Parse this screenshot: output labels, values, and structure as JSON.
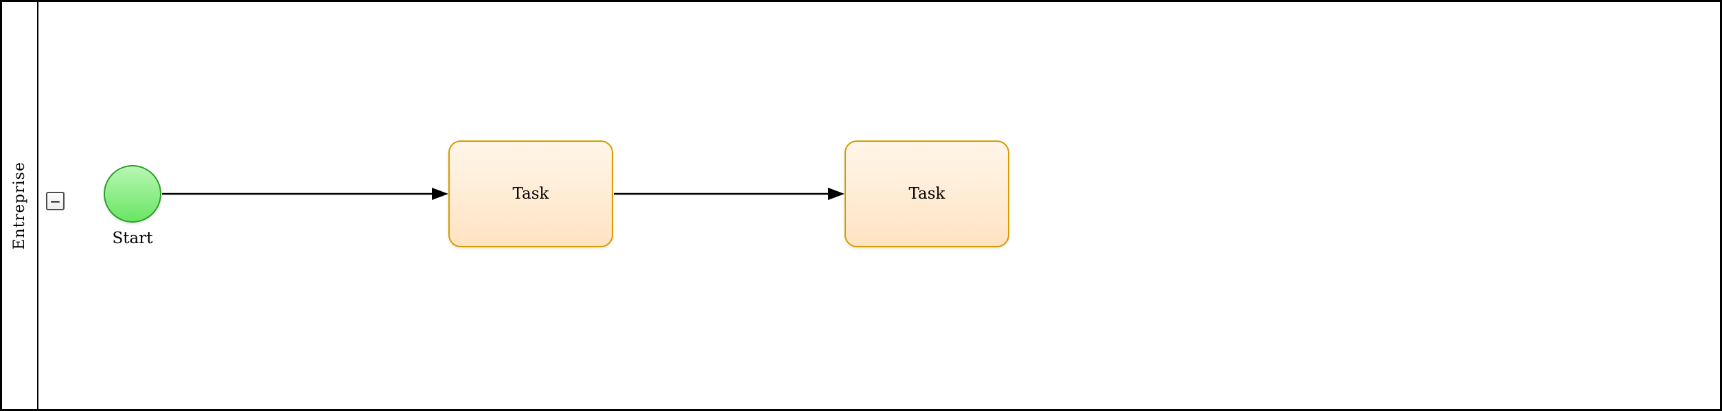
{
  "diagram": {
    "type": "bpmn-process",
    "pool": {
      "label": "Entreprise",
      "collapse_button_label": "−"
    },
    "nodes": [
      {
        "id": "start-event",
        "type": "start-event",
        "label": "Start",
        "fill_top": "#b8f7b4",
        "fill_bottom": "#69e563",
        "stroke": "#2f9e2b"
      },
      {
        "id": "task-1",
        "type": "task",
        "label": "Task",
        "fill_top": "#fff6e9",
        "fill_bottom": "#ffe3c2",
        "stroke": "#d79b00"
      },
      {
        "id": "task-2",
        "type": "task",
        "label": "Task",
        "fill_top": "#fff6e9",
        "fill_bottom": "#ffe3c2",
        "stroke": "#d79b00"
      }
    ],
    "edges": [
      {
        "from": "start-event",
        "to": "task-1"
      },
      {
        "from": "task-1",
        "to": "task-2"
      }
    ],
    "colors": {
      "connector": "#000000",
      "pool_border": "#000000",
      "background": "#ffffff"
    }
  }
}
